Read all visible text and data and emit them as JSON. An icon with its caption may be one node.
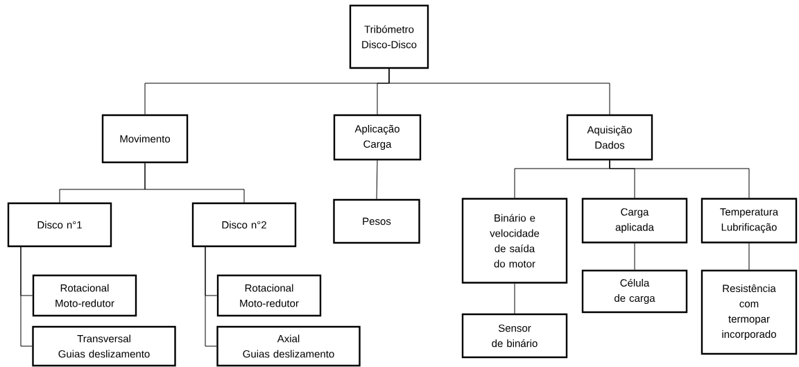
{
  "diagram": {
    "nodes": [
      {
        "text": [
          "Tribómetro Disco-Disco"
        ]
      },
      {
        "text": [
          "Movimento"
        ]
      },
      {
        "text": [
          "Aplicação Carga"
        ]
      },
      {
        "text": [
          "Aquisição Dados"
        ]
      },
      {
        "text": [
          "Disco n°1"
        ]
      },
      {
        "text": [
          "Disco n°2"
        ]
      },
      {
        "text": [
          "Pesos"
        ]
      },
      {
        "text": [
          "Binário e velocidade de saída do motor"
        ]
      },
      {
        "text": [
          "Carga aplicada"
        ]
      },
      {
        "text": [
          "Temperatura",
          "Lubrificação"
        ]
      },
      {
        "text": [
          "Rotacional",
          "Moto-redutor"
        ]
      },
      {
        "text": [
          "Transversal",
          "Guias deslizamento"
        ]
      },
      {
        "text": [
          "Rotacional",
          "Moto-redutor"
        ]
      },
      {
        "text": [
          "Axial",
          "Guias deslizamento"
        ]
      },
      {
        "text": [
          "Sensor de binário"
        ]
      },
      {
        "text": [
          "Célula de carga"
        ]
      },
      {
        "text": [
          "Resistência com termopar incorporado"
        ]
      }
    ],
    "edges": [
      {
        "from": 0,
        "to": 1,
        "arrow": "none"
      },
      {
        "from": 0,
        "to": 2,
        "arrow": "none"
      },
      {
        "from": 0,
        "to": 3,
        "arrow": "none"
      },
      {
        "from": 1,
        "to": 4,
        "arrow": "none"
      },
      {
        "from": 1,
        "to": 5,
        "arrow": "none"
      },
      {
        "from": 2,
        "to": 6,
        "arrow": "none"
      },
      {
        "from": 3,
        "to": 7,
        "arrow": "none"
      },
      {
        "from": 3,
        "to": 8,
        "arrow": "none"
      },
      {
        "from": 3,
        "to": 9,
        "arrow": "none"
      },
      {
        "from": 4,
        "to": 10,
        "arrow": "none"
      },
      {
        "from": 4,
        "to": 11,
        "arrow": "none"
      },
      {
        "from": 5,
        "to": 12,
        "arrow": "none"
      },
      {
        "from": 5,
        "to": 13,
        "arrow": "none"
      },
      {
        "from": 7,
        "to": 14,
        "arrow": "none"
      },
      {
        "from": 8,
        "to": 15,
        "arrow": "none"
      },
      {
        "from": 9,
        "to": 16,
        "arrow": "none"
      }
    ]
  }
}
